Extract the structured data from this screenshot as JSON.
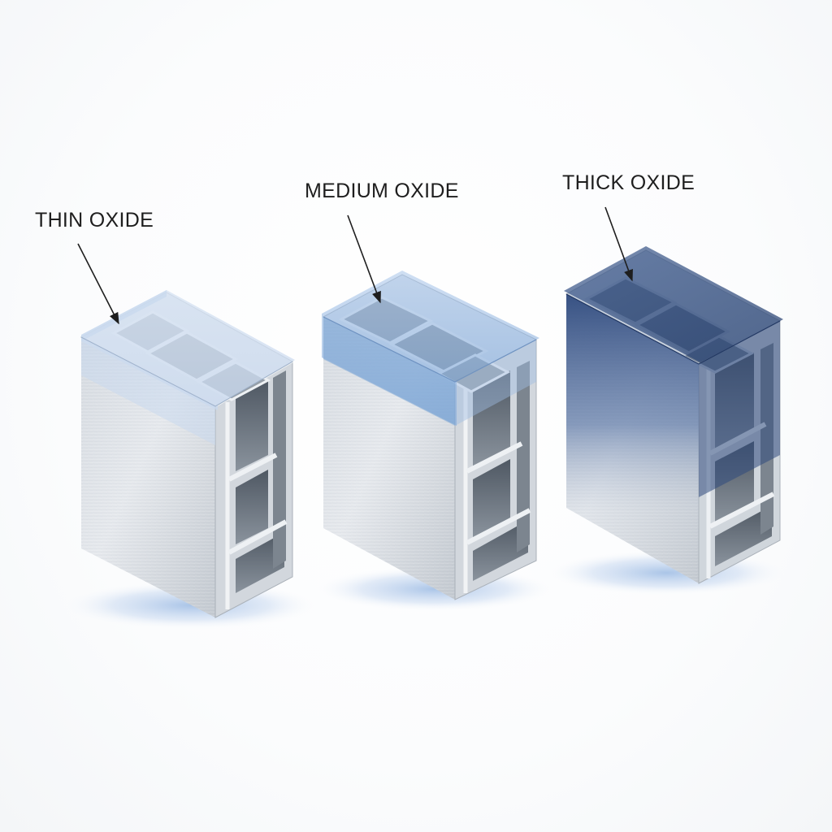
{
  "labels": {
    "thin": "THIN OXIDE",
    "medium": "MEDIUM OXIDE",
    "thick": "THICK OXIDE"
  },
  "colors": {
    "aluminum_light": "#e3e7eb",
    "aluminum_mid": "#c9cfd6",
    "aluminum_dark": "#8e969f",
    "cavity_dark": "#5c6570",
    "oxide_thin": "#c8d8ee",
    "oxide_medium": "#7fa7d6",
    "oxide_thick": "#2f4a7e",
    "glow": "#8fb2e0",
    "text": "#1e1e1e"
  },
  "icons": [
    "aluminum-profile-thin",
    "aluminum-profile-medium",
    "aluminum-profile-thick"
  ]
}
